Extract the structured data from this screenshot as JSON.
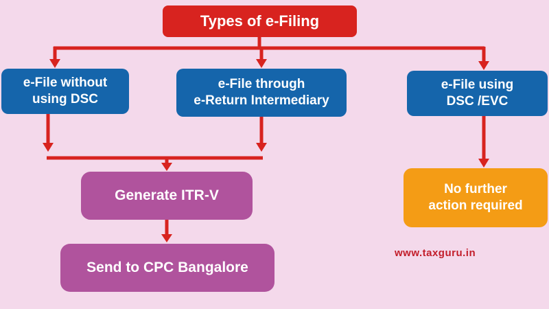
{
  "page": {
    "background": "#f4d9eb"
  },
  "colors": {
    "title_red": "#d8231f",
    "arrow_red": "#d8231f",
    "node_blue": "#1565ab",
    "node_purple": "#b0539d",
    "node_orange": "#f49c15",
    "watermark_red": "#c21d2a",
    "text_white": "#ffffff"
  },
  "title": {
    "label": "Types of e-Filing"
  },
  "nodes": [
    {
      "id": "efile-without-dsc",
      "label": "e-File without\nusing DSC",
      "type": "blue"
    },
    {
      "id": "efile-ereturn",
      "label": "e-File through\ne-Return Intermediary",
      "type": "blue"
    },
    {
      "id": "efile-dsc-evc",
      "label": "e-File using\nDSC /EVC",
      "type": "blue"
    },
    {
      "id": "generate-itrv",
      "label": "Generate ITR-V",
      "type": "purple"
    },
    {
      "id": "send-cpc-bangalore",
      "label": "Send to CPC Bangalore",
      "type": "purple"
    },
    {
      "id": "no-further-action",
      "label": "No further\naction required",
      "type": "orange"
    }
  ],
  "watermark": {
    "label": "www.taxguru.in"
  }
}
